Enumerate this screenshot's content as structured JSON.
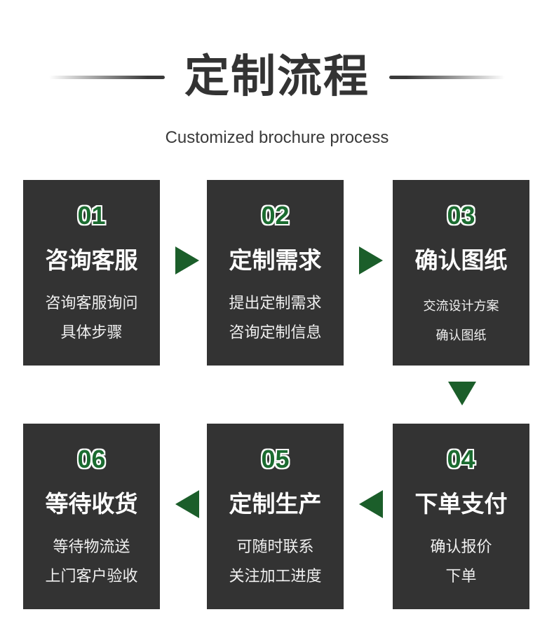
{
  "title": "定制流程",
  "subtitle": "Customized brochure process",
  "steps": [
    {
      "num": "01",
      "title": "咨询客服",
      "lines": [
        "咨询客服询问",
        "具体步骤"
      ]
    },
    {
      "num": "02",
      "title": "定制需求",
      "lines": [
        "提出定制需求",
        "咨询定制信息"
      ]
    },
    {
      "num": "03",
      "title": "确认图纸",
      "lines": [
        "交流设计方案",
        "确认图纸"
      ]
    },
    {
      "num": "04",
      "title": "下单支付",
      "lines": [
        "确认报价",
        "下单"
      ]
    },
    {
      "num": "05",
      "title": "定制生产",
      "lines": [
        "可随时联系",
        "关注加工进度"
      ]
    },
    {
      "num": "06",
      "title": "等待收货",
      "lines": [
        "等待物流送",
        "上门客户验收"
      ]
    }
  ],
  "colors": {
    "card": "#333333",
    "accent": "#1b5e2a",
    "text": "#ffffff"
  }
}
